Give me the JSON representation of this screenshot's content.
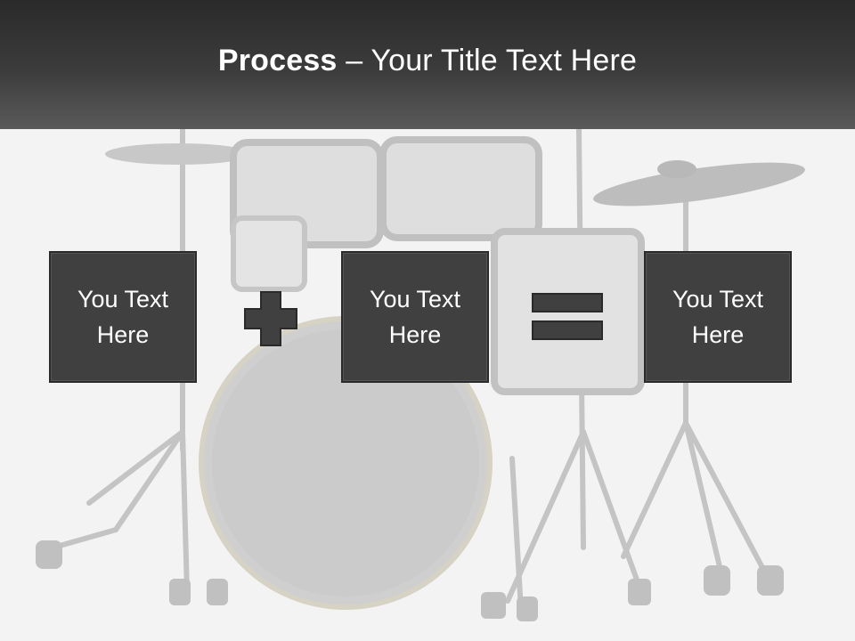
{
  "slide": {
    "title_bold": "Process",
    "title_rest": " – Your Title Text Here"
  },
  "boxes": [
    {
      "text": "You Text\nHere"
    },
    {
      "text": "You Text\nHere"
    },
    {
      "text": "You Text\nHere"
    }
  ],
  "operators": [
    "plus",
    "equals"
  ],
  "colors": {
    "header_dark": "#2a2a2a",
    "header_light": "#5a5a5a",
    "box_fill": "#404040",
    "box_border": "#2a2a2a",
    "background": "#f3f3f3",
    "drum_tint": "#c8c8c8"
  },
  "icons": [
    "drum-kit-image",
    "plus-icon",
    "equals-icon"
  ]
}
